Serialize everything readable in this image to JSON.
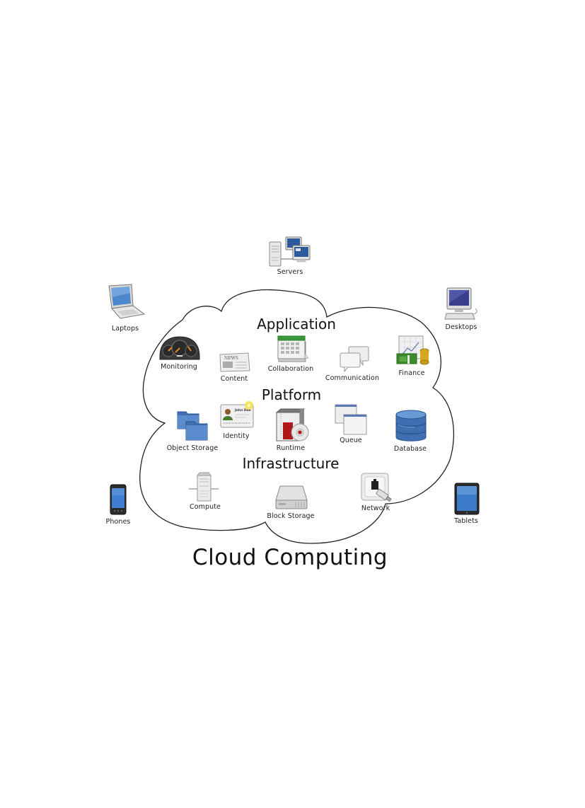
{
  "diagram": {
    "title": "Cloud Computing",
    "layers": [
      {
        "id": "application",
        "label": "Application"
      },
      {
        "id": "platform",
        "label": "Platform"
      },
      {
        "id": "infrastructure",
        "label": "Infrastructure"
      }
    ],
    "clients": {
      "servers": {
        "label": "Servers",
        "icon": "servers-icon"
      },
      "laptops": {
        "label": "Laptops",
        "icon": "laptop-icon"
      },
      "desktops": {
        "label": "Desktops",
        "icon": "desktop-icon"
      },
      "phones": {
        "label": "Phones",
        "icon": "phone-icon"
      },
      "tablets": {
        "label": "Tablets",
        "icon": "tablet-icon"
      }
    },
    "application": {
      "monitoring": {
        "label": "Monitoring",
        "icon": "dashboard-gauge-icon"
      },
      "content": {
        "label": "Content",
        "icon": "newspaper-icon",
        "icon_text": "NEWS"
      },
      "collaboration": {
        "label": "Collaboration",
        "icon": "calendar-icon"
      },
      "communication": {
        "label": "Communication",
        "icon": "chat-bubbles-icon"
      },
      "finance": {
        "label": "Finance",
        "icon": "money-chart-icon"
      }
    },
    "platform": {
      "object_storage": {
        "label": "Object Storage",
        "icon": "folders-icon"
      },
      "identity": {
        "label": "Identity",
        "icon": "id-card-icon",
        "icon_text": "John Doe"
      },
      "runtime": {
        "label": "Runtime",
        "icon": "software-box-cd-icon"
      },
      "queue": {
        "label": "Queue",
        "icon": "stacked-windows-icon"
      },
      "database": {
        "label": "Database",
        "icon": "database-cylinder-icon"
      }
    },
    "infrastructure": {
      "compute": {
        "label": "Compute",
        "icon": "server-tower-icon"
      },
      "block_storage": {
        "label": "Block Storage",
        "icon": "hard-drive-icon"
      },
      "network": {
        "label": "Network",
        "icon": "ethernet-port-icon"
      }
    },
    "colors": {
      "cloud_outline": "#222222",
      "screen_blue": "#3d6fb5",
      "folder_blue": "#4a7cc0",
      "calendar_green": "#3a9a3a",
      "runtime_red": "#b01818",
      "coin_gold": "#d4a820",
      "money_green": "#3c8a2a",
      "gauge_orange": "#e08a20"
    }
  }
}
